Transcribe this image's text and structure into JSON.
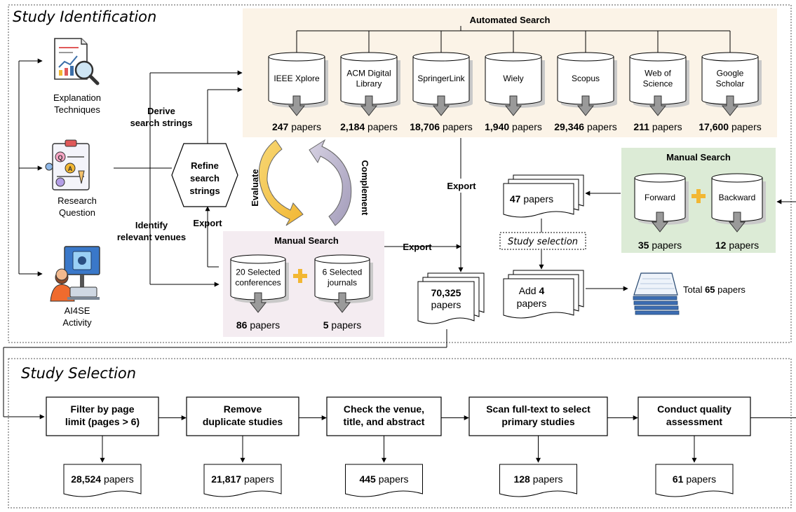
{
  "sections": {
    "identification_title": "Study Identification",
    "selection_title": "Study Selection"
  },
  "inputs": {
    "explanation": [
      "Explanation",
      "Techniques"
    ],
    "research": [
      "Research",
      "Question"
    ],
    "activity": [
      "AI4SE",
      "Activity"
    ]
  },
  "edge_labels": {
    "derive": [
      "Derive",
      "search strings"
    ],
    "identify": [
      "Identify",
      "relevant venues"
    ],
    "export_refine": "Export",
    "export_manual": "Export",
    "export_auto": "Export",
    "evaluate": "Evaluate",
    "complement": "Complement"
  },
  "refine": [
    "Refine",
    "search",
    "strings"
  ],
  "automated": {
    "title": "Automated Search",
    "databases": [
      {
        "name": [
          "IEEE Xplore"
        ],
        "count": "247",
        "unit": " papers"
      },
      {
        "name": [
          "ACM Digital",
          "Library"
        ],
        "count": "2,184",
        "unit": " papers"
      },
      {
        "name": [
          "SpringerLink"
        ],
        "count": "18,706",
        "unit": " papers"
      },
      {
        "name": [
          "Wiely"
        ],
        "count": "1,940",
        "unit": " papers"
      },
      {
        "name": [
          "Scopus"
        ],
        "count": "29,346",
        "unit": " papers"
      },
      {
        "name": [
          "Web of",
          "Science"
        ],
        "count": "211",
        "unit": " papers"
      },
      {
        "name": [
          "Google",
          "Scholar"
        ],
        "count": "17,600",
        "unit": " papers"
      }
    ]
  },
  "manual_venues": {
    "title": "Manual Search",
    "items": [
      {
        "name": [
          "20 Selected",
          "conferences"
        ],
        "count": "86",
        "unit": " papers"
      },
      {
        "name": [
          "6 Selected",
          "journals"
        ],
        "count": "5",
        "unit": " papers"
      }
    ]
  },
  "manual_snowball": {
    "title": "Manual Search",
    "items": [
      {
        "name": [
          "Forward"
        ],
        "count": "35",
        "unit": " papers"
      },
      {
        "name": [
          "Backward"
        ],
        "count": "12",
        "unit": " papers"
      }
    ]
  },
  "docs": {
    "merged": {
      "count": "70,325",
      "unit": "papers"
    },
    "snowball": {
      "count": "47",
      "unit": " papers"
    },
    "added": {
      "prefix": "Add ",
      "count": "4",
      "unit": "papers"
    }
  },
  "study_selection_label": "Study selection",
  "total": {
    "prefix": "Total ",
    "count": "65",
    "unit": " papers"
  },
  "steps": [
    {
      "label": [
        "Filter by page",
        "limit (pages > 6)"
      ],
      "count": "28,524",
      "unit": " papers"
    },
    {
      "label": [
        "Remove",
        "duplicate studies"
      ],
      "count": "21,817",
      "unit": " papers"
    },
    {
      "label": [
        "Check the venue,",
        "title, and abstract"
      ],
      "count": "445",
      "unit": " papers"
    },
    {
      "label": [
        "Scan full-text to select",
        "primary studies"
      ],
      "count": "128",
      "unit": " papers"
    },
    {
      "label": [
        "Conduct quality",
        "assessment"
      ],
      "count": "61",
      "unit": " papers"
    }
  ]
}
